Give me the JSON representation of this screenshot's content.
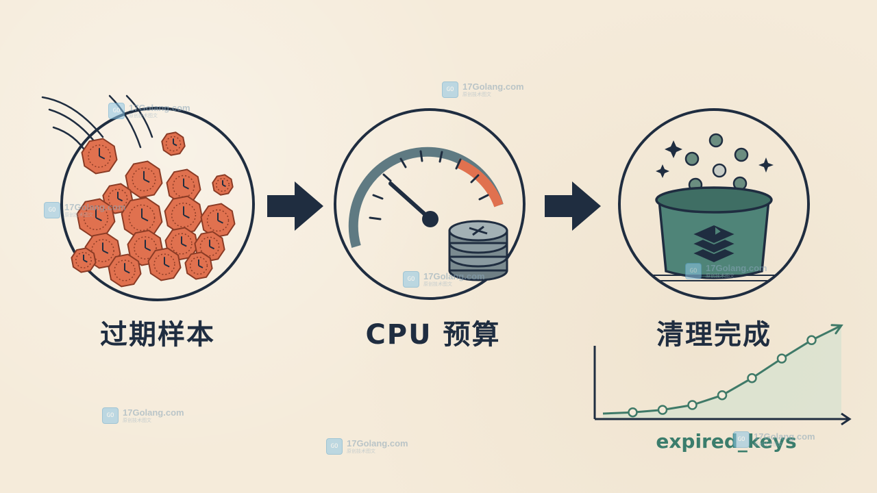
{
  "steps": [
    {
      "label": "过期样本"
    },
    {
      "label": "CPU 预算"
    },
    {
      "label": "清理完成"
    }
  ],
  "chart": {
    "caption": "expired_keys"
  },
  "chart_data": {
    "type": "line",
    "series": [
      {
        "values": [
          0.0,
          0.01,
          0.03,
          0.07,
          0.15,
          0.29,
          0.45,
          0.6,
          0.72
        ]
      }
    ],
    "title": "",
    "xlabel": "",
    "ylabel": "expired_keys"
  },
  "watermark": {
    "text": "17Golang.com",
    "subtext": "原创技术图文",
    "logo_text": "GO"
  },
  "colors": {
    "ink": "#1f2d40",
    "coin": "#e0714f",
    "teal": "#4f8478",
    "needle_zone": "#e0714f",
    "chart_fill": "#d8e2cf",
    "caption": "#3b7d6c"
  }
}
